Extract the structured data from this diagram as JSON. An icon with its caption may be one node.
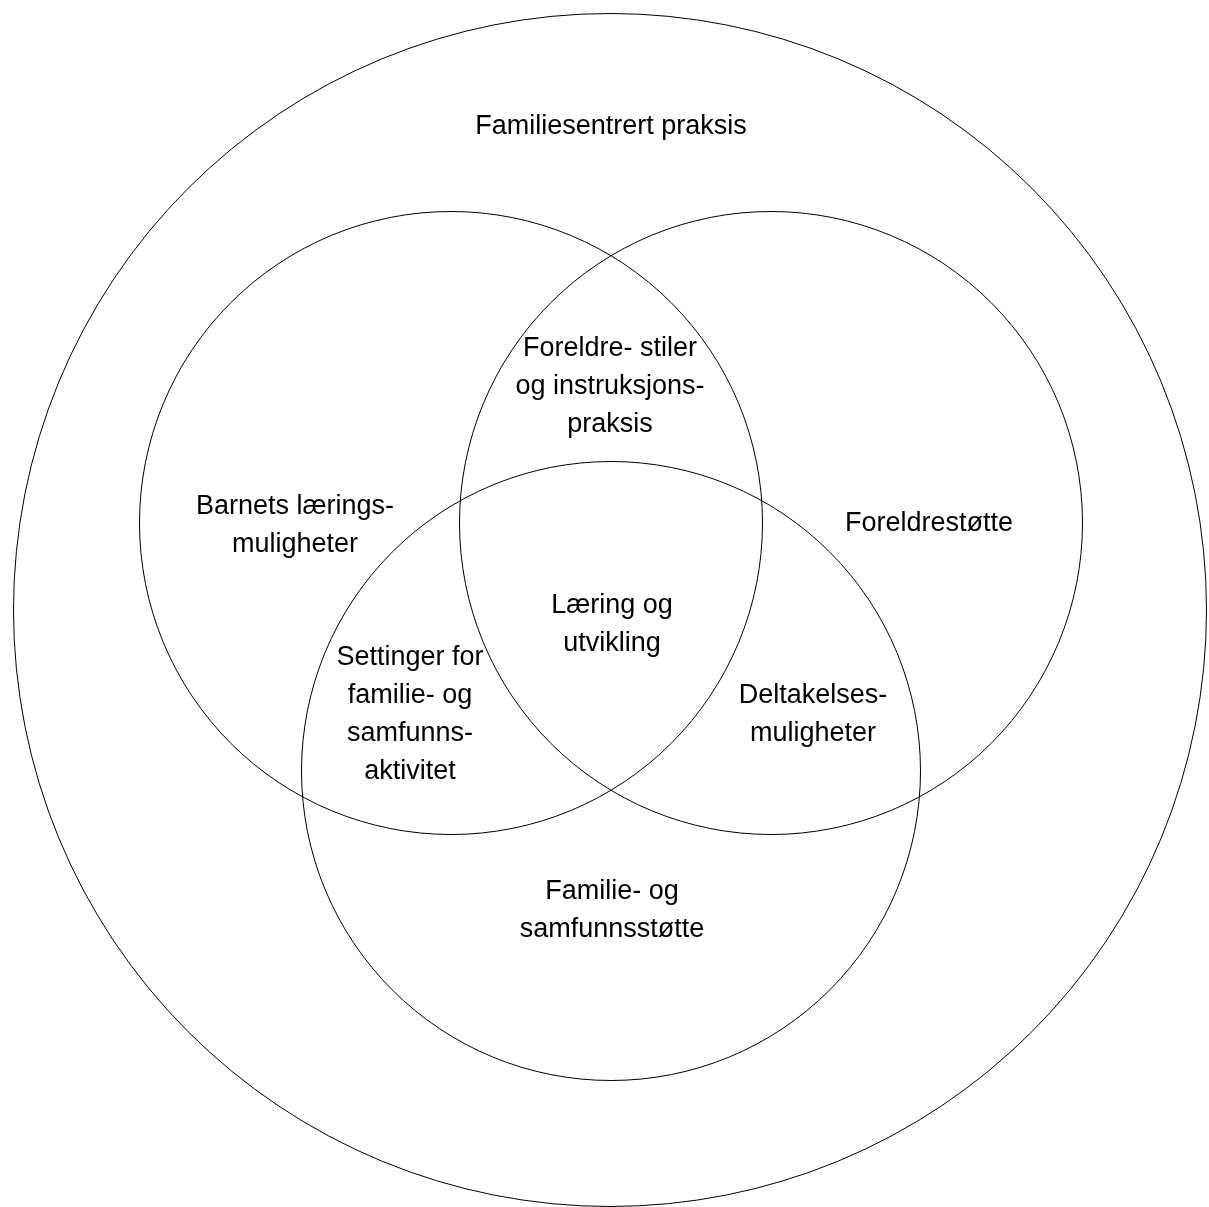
{
  "diagram": {
    "nodes": [
      {
        "text": [
          "Familiesentrert praksis"
        ]
      },
      {
        "text": [
          "Barnets lærings- muligheter"
        ],
        "in": 0
      },
      {
        "text": [
          "Foreldrestøtte"
        ],
        "in": 0
      },
      {
        "text": [
          "Familie- og samfunnsstøtte"
        ],
        "in": 0
      }
    ],
    "labels": [
      "Foreldre- stiler og instruksjons- praksis",
      "Læring og utvikling",
      "Settinger for familie- og samfunns- aktivitet",
      "Deltakelses- muligheter"
    ]
  }
}
